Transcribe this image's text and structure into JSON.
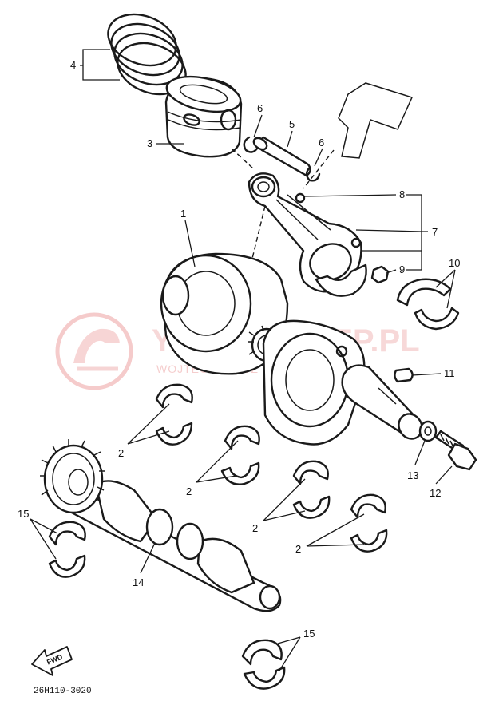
{
  "callouts": {
    "c1": "1",
    "c2a": "2",
    "c2b": "2",
    "c2c": "2",
    "c2d": "2",
    "c3": "3",
    "c4": "4",
    "c5": "5",
    "c6a": "6",
    "c6b": "6",
    "c7": "7",
    "c8": "8",
    "c9": "9",
    "c10": "10",
    "c11": "11",
    "c12": "12",
    "c13": "13",
    "c14": "14",
    "c15a": "15",
    "c15b": "15"
  },
  "forward_label": "FWD",
  "drawing_code": "26H110-3020",
  "watermark": {
    "main": "YAMAHAKLEP.PL",
    "sub": "WOJTECHOWICZ I TAILE • YAMAHA",
    "color": "#f1b9b9"
  },
  "icons": {
    "watermark_logo": "tuning-fork-emblem-icon",
    "forward_arrow": "fwd-arrow-icon"
  }
}
